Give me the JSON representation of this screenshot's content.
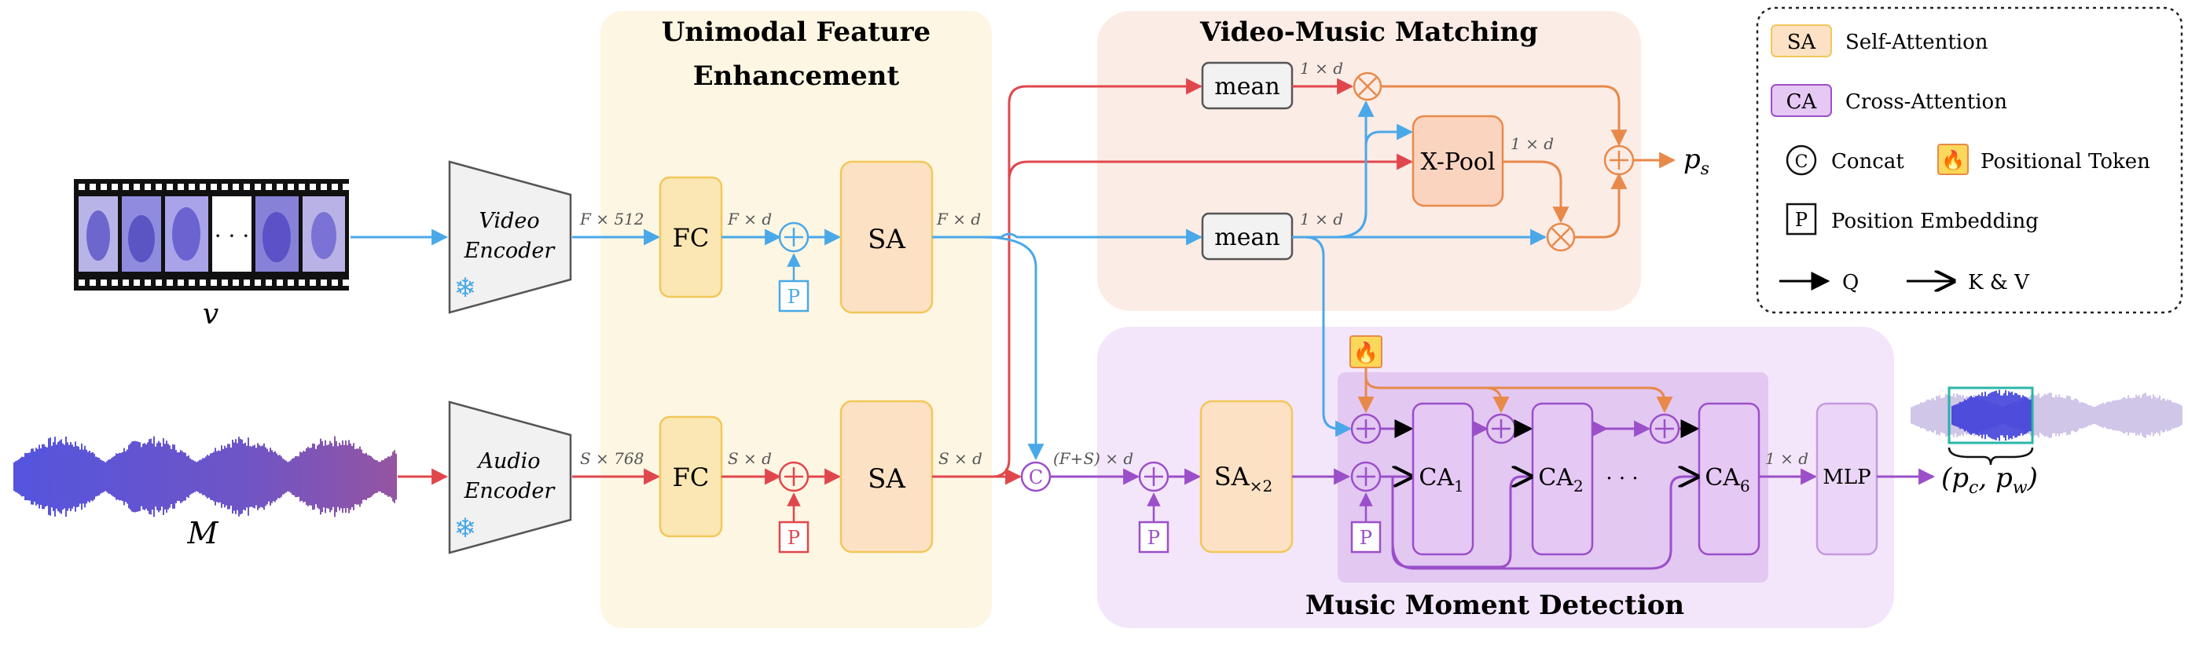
{
  "sections": {
    "unimodal_title_line1": "Unimodal Feature",
    "unimodal_title_line2": "Enhancement",
    "matching_title": "Video-Music Matching",
    "detection_title": "Music Moment Detection"
  },
  "inputs": {
    "video_label": "v",
    "music_label": "M",
    "ellipsis": "· · ·"
  },
  "encoders": {
    "video_line1": "Video",
    "video_line2": "Encoder",
    "audio_line1": "Audio",
    "audio_line2": "Encoder"
  },
  "blocks": {
    "fc": "FC",
    "sa": "SA",
    "p": "P",
    "mean": "mean",
    "xpool": "X-Pool",
    "sa_x2": "SA",
    "sa_x2_sub": "×2",
    "ca": "CA",
    "ca1_sub": "1",
    "ca2_sub": "2",
    "ca6_sub": "6",
    "ca_ellipsis": "· · ·",
    "mlp": "MLP",
    "concat": "C"
  },
  "dims": {
    "f512": "F × 512",
    "s768": "S × 768",
    "fd": "F × d",
    "sd": "S × d",
    "fsd": "(F+S) × d",
    "one_d": "1 × d"
  },
  "outputs": {
    "ps": "p",
    "ps_sub": "s",
    "pcpw": "(p",
    "pc_sub": "c",
    "pw_mid": ", p",
    "pw_sub": "w",
    "pw_close": ")"
  },
  "legend": {
    "sa_abbr": "SA",
    "sa_text": "Self-Attention",
    "ca_abbr": "CA",
    "ca_text": "Cross-Attention",
    "concat_sym": "C",
    "concat_text": "Concat",
    "pos_token_text": "Positional Token",
    "p_sym": "P",
    "p_text": "Position Embedding",
    "q_text": "Q",
    "kv_text": "K & V"
  },
  "colors": {
    "video_flow": "#4aa8e8",
    "audio_flow": "#e0474c",
    "fused_flow": "#9b4fc9",
    "matching_flow": "#e8894a",
    "unimodal_bg": "#fdf6e3",
    "matching_bg": "#fcece6",
    "detection_bg": "#f3e6fa",
    "fc_fill": "#fbe7b3",
    "sa_fill": "#fce1c5",
    "ca_fill": "#e6c8f5",
    "xpool_fill": "#fbd4c0"
  }
}
